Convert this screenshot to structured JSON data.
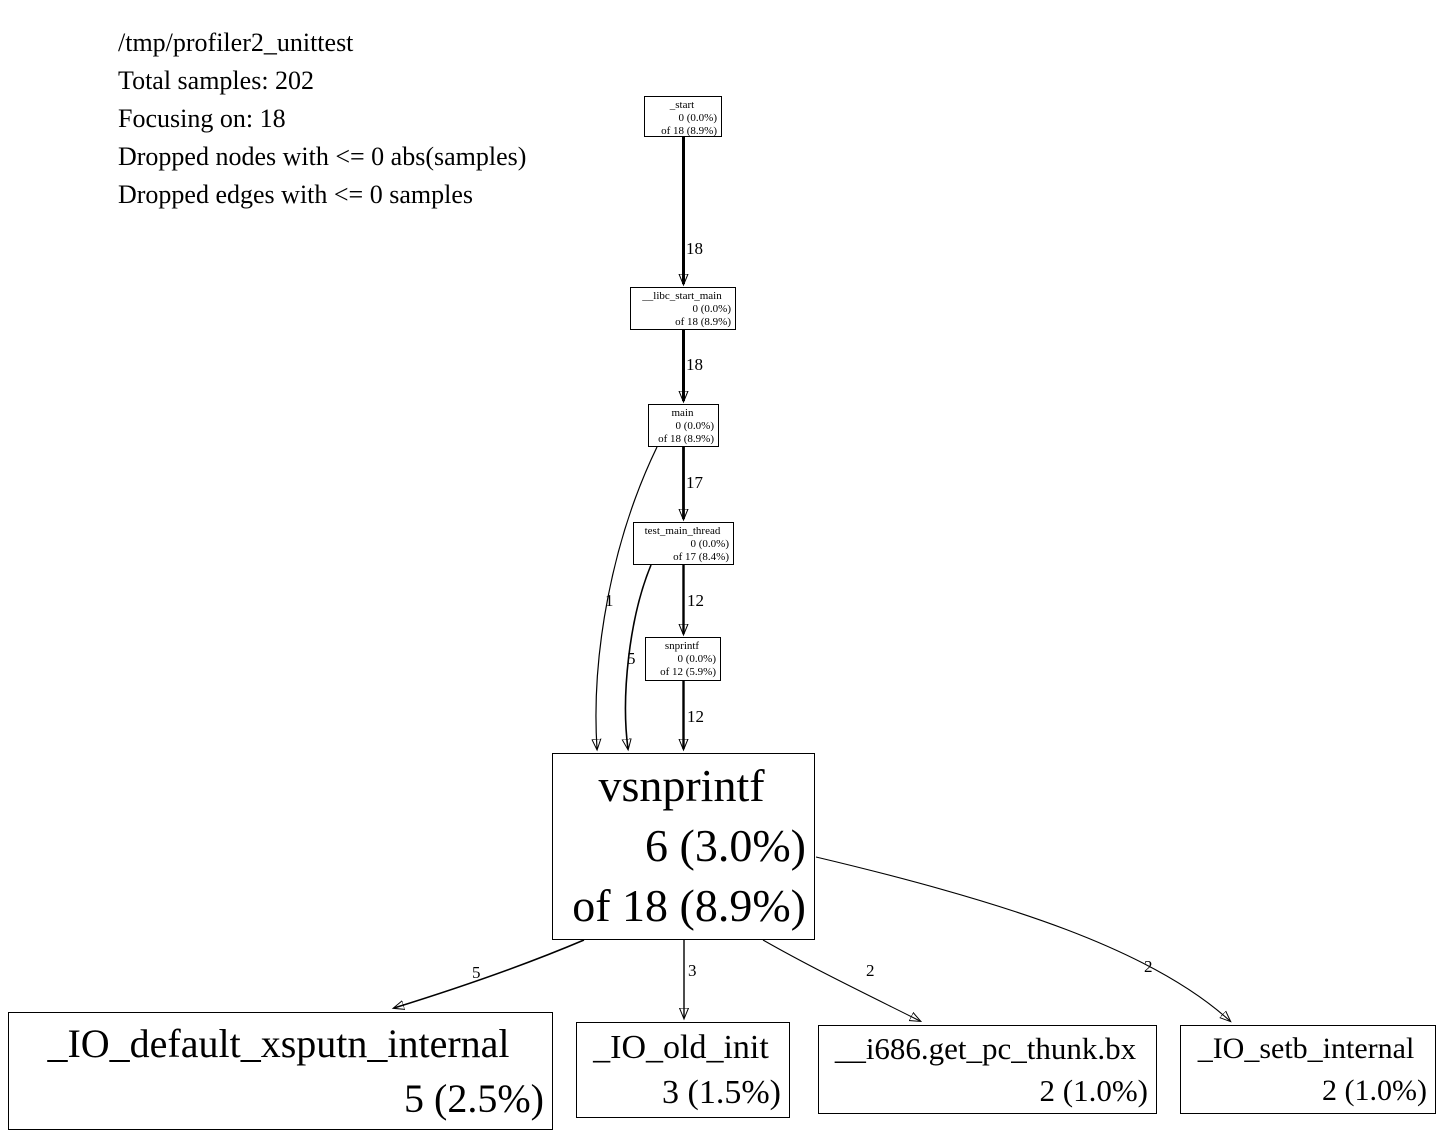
{
  "header": {
    "lines": [
      "/tmp/profiler2_unittest",
      "Total samples: 202",
      "Focusing on: 18",
      "Dropped nodes with <= 0 abs(samples)",
      "Dropped edges with <= 0 samples"
    ]
  },
  "nodes": {
    "start": {
      "name": "_start",
      "self": "0 (0.0%)",
      "total": "of 18 (8.9%)"
    },
    "libc": {
      "name": "__libc_start_main",
      "self": "0 (0.0%)",
      "total": "of 18 (8.9%)"
    },
    "main": {
      "name": "main",
      "self": "0 (0.0%)",
      "total": "of 18 (8.9%)"
    },
    "test": {
      "name": "test_main_thread",
      "self": "0 (0.0%)",
      "total": "of 17 (8.4%)"
    },
    "snprintf": {
      "name": "snprintf",
      "self": "0 (0.0%)",
      "total": "of 12 (5.9%)"
    },
    "vsnprintf": {
      "name": "vsnprintf",
      "self": "6 (3.0%)",
      "total": "of 18 (8.9%)"
    },
    "xsputn": {
      "name": "_IO_default_xsputn_internal",
      "self": "5 (2.5%)"
    },
    "oldinit": {
      "name": "_IO_old_init",
      "self": "3 (1.5%)"
    },
    "thunk": {
      "name": "__i686.get_pc_thunk.bx",
      "self": "2 (1.0%)"
    },
    "setb": {
      "name": "_IO_setb_internal",
      "self": "2 (1.0%)"
    }
  },
  "edges": {
    "start_to_libc": "18",
    "libc_to_main": "18",
    "main_to_test": "17",
    "test_to_snprintf": "12",
    "snprintf_to_vsnprintf": "12",
    "main_to_vsnprintf": "1",
    "test_to_vsnprintf": "5",
    "vsnprintf_to_xsputn": "5",
    "vsnprintf_to_oldinit": "3",
    "vsnprintf_to_thunk": "2",
    "vsnprintf_to_setb": "2"
  },
  "colors": {
    "node_border": "#000000",
    "edge": "#000000",
    "background": "#ffffff"
  }
}
